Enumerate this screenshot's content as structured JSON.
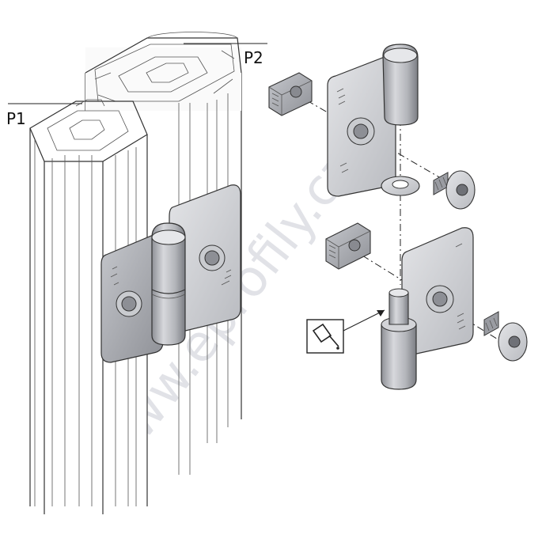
{
  "labels": {
    "profile_1": "P1",
    "profile_2": "P2"
  },
  "watermark": "www.eprofily.cz",
  "colors": {
    "metal_light": "#d9dadd",
    "metal_mid": "#a9abb0",
    "metal_dark": "#6f7177",
    "outline": "#333333"
  },
  "icons": {
    "lubricate": "oil-can-icon"
  }
}
